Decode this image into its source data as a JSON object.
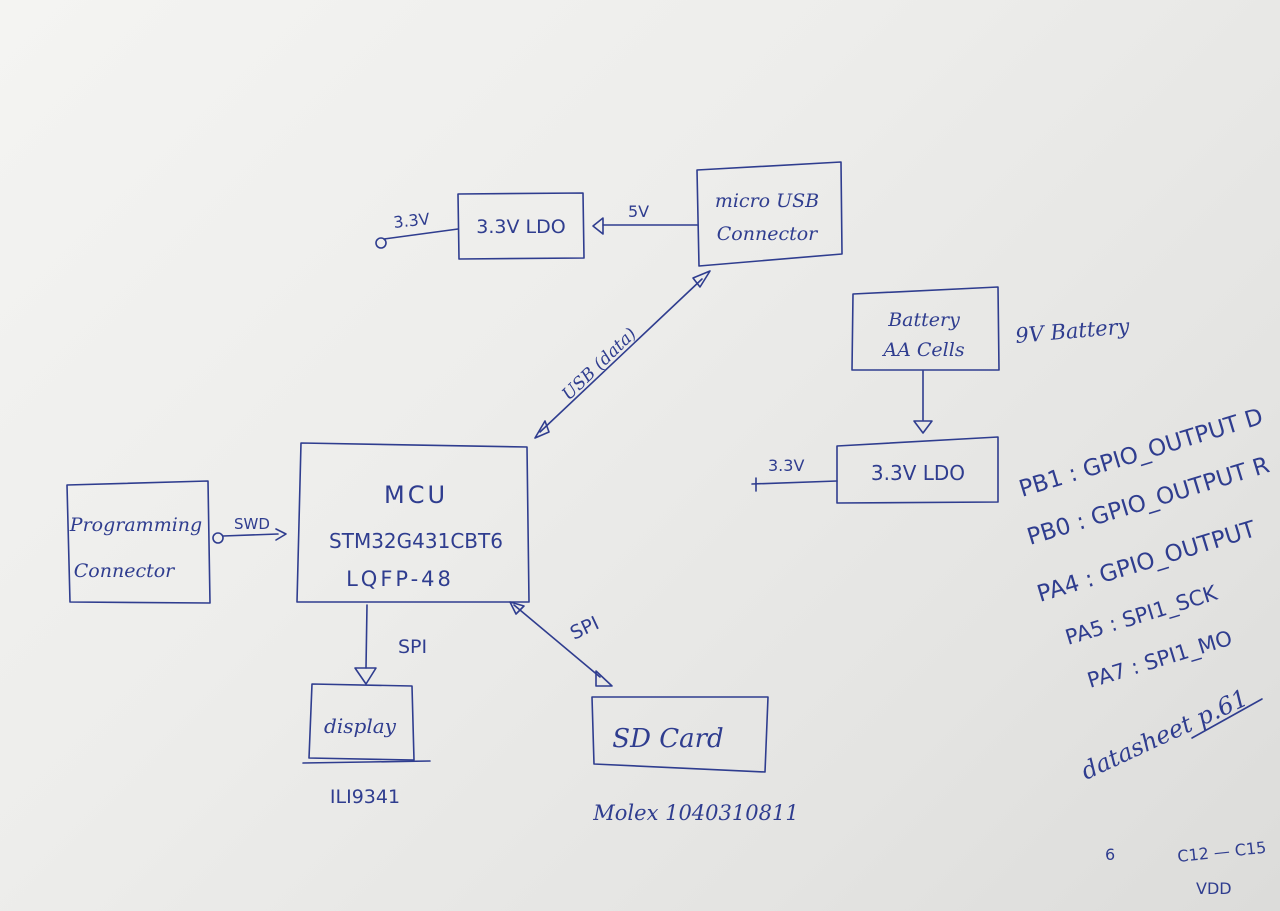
{
  "nodes": {
    "mcu": {
      "line1": "MCU",
      "line2": "STM32G431CBT6",
      "line3": "LQFP-48"
    },
    "usb": {
      "line1": "micro USB",
      "line2": "Connector"
    },
    "ldo_top": {
      "label": "3.3V LDO"
    },
    "ldo_bottom": {
      "label": "3.3V LDO"
    },
    "battery": {
      "line1": "Battery",
      "line2": "AA Cells",
      "note": "9V Battery"
    },
    "prog": {
      "line1": "Programming",
      "line2": "Connector"
    },
    "display": {
      "label": "display",
      "part": "ILI9341"
    },
    "sdcard": {
      "label": "SD Card",
      "part": "Molex 1040310811"
    }
  },
  "edges": {
    "ldo_top_out": "3.3V",
    "usb_to_ldo": "5V",
    "usb_data": "USB (data)",
    "ldo_bottom_out": "3.3V",
    "swd": "SWD",
    "spi_display": "SPI",
    "spi_sd": "SPI"
  },
  "pins": [
    "PB1 : GPIO_OUTPUT D",
    "PB0 : GPIO_OUTPUT R",
    "PA4 : GPIO_OUTPUT",
    "PA5 : SPI1_SCK",
    "PA7 : SPI1_MO"
  ],
  "datasheet": "datasheet p.61",
  "corner": {
    "n": "6",
    "vref": "C12 — C15",
    "vdd": "VDD"
  }
}
